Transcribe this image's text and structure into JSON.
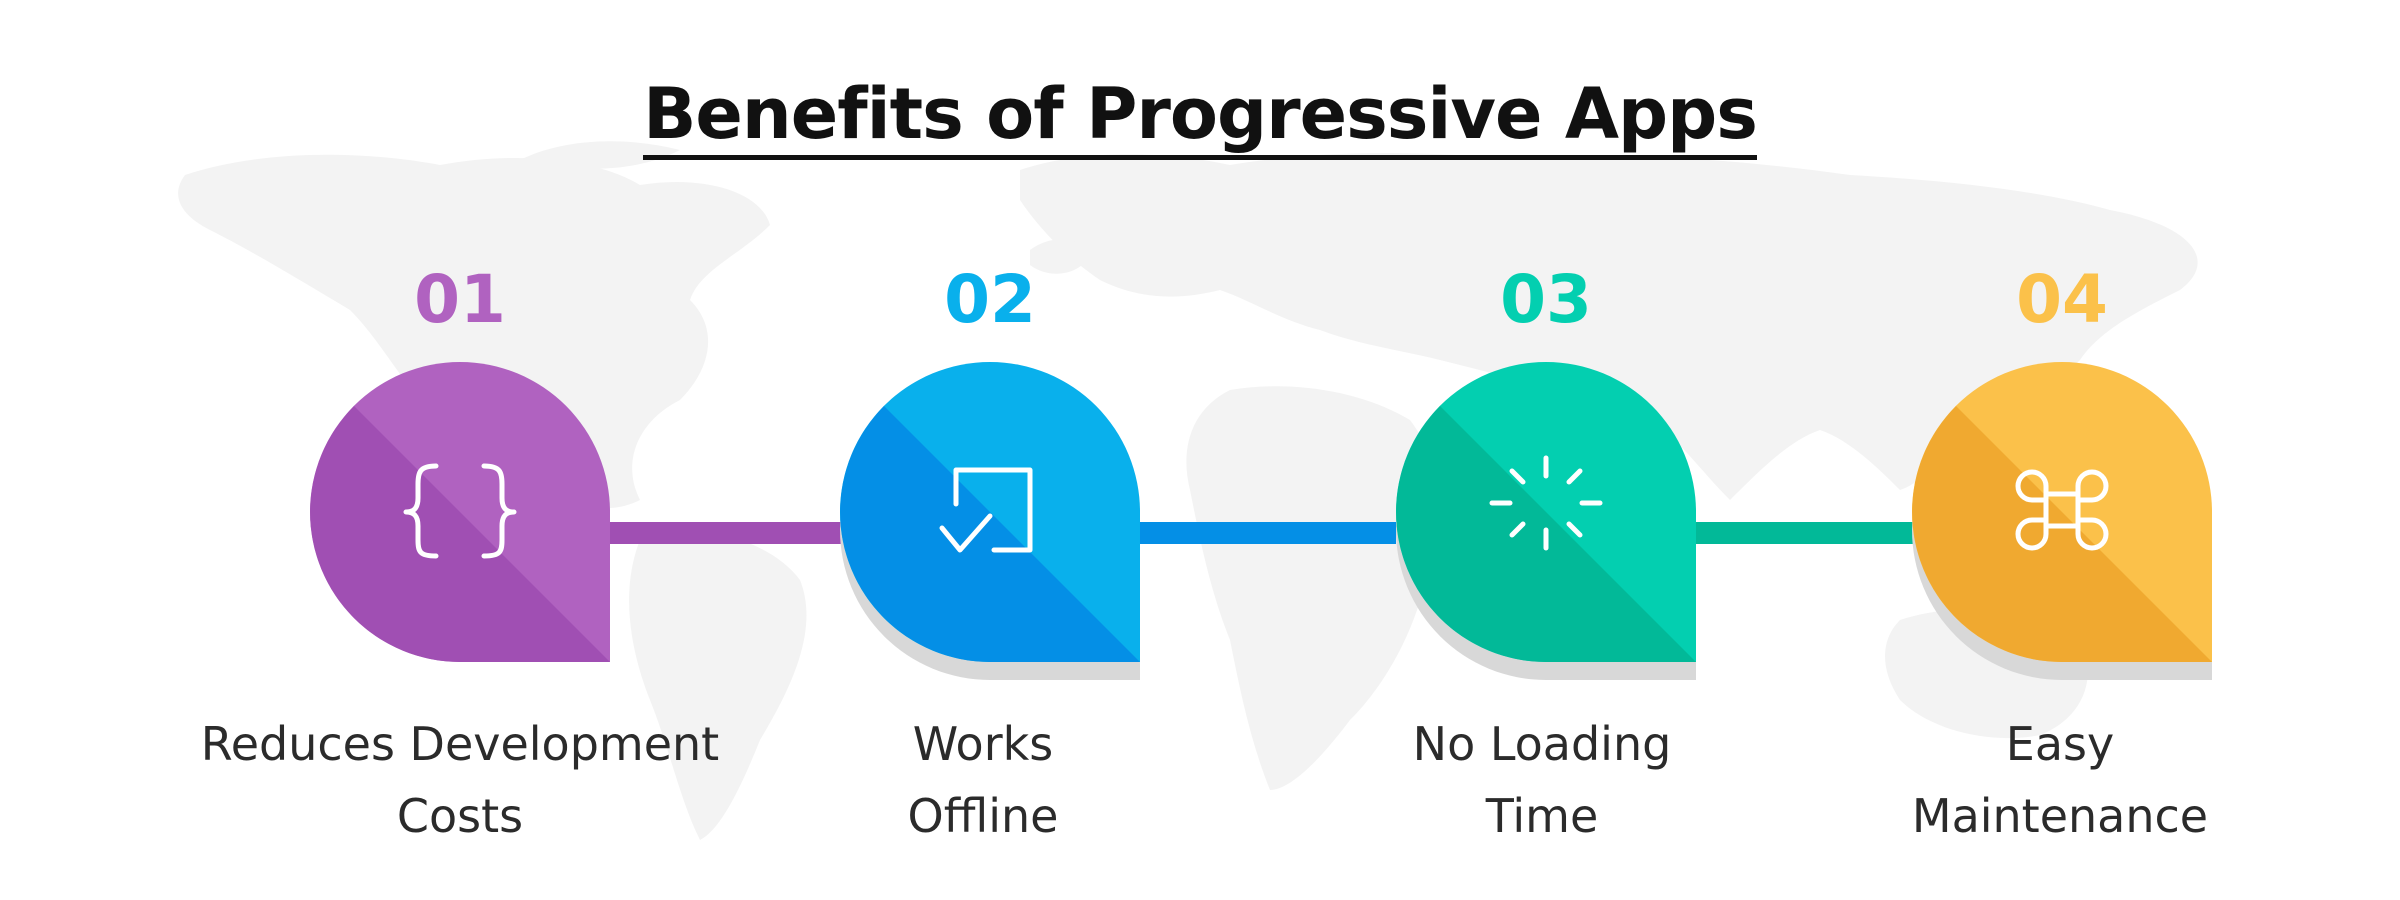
{
  "title": "Benefits of Progressive Apps",
  "steps": [
    {
      "number": "01",
      "label_line1": "Reduces Development",
      "label_line2": "Costs",
      "icon": "curly-braces-icon",
      "color": "#b062c0",
      "color_dark": "#a04fb3"
    },
    {
      "number": "02",
      "label_line1": "Works",
      "label_line2": "Offline",
      "icon": "checkbox-icon",
      "color": "#09b0ec",
      "color_dark": "#048fe6"
    },
    {
      "number": "03",
      "label_line1": "No Loading",
      "label_line2": "Time",
      "icon": "loading-spinner-icon",
      "color": "#03cfb0",
      "color_dark": "#02b998"
    },
    {
      "number": "04",
      "label_line1": "Easy",
      "label_line2": "Maintenance",
      "icon": "command-key-icon",
      "color": "#fbc14a",
      "color_dark": "#f0a930"
    }
  ]
}
